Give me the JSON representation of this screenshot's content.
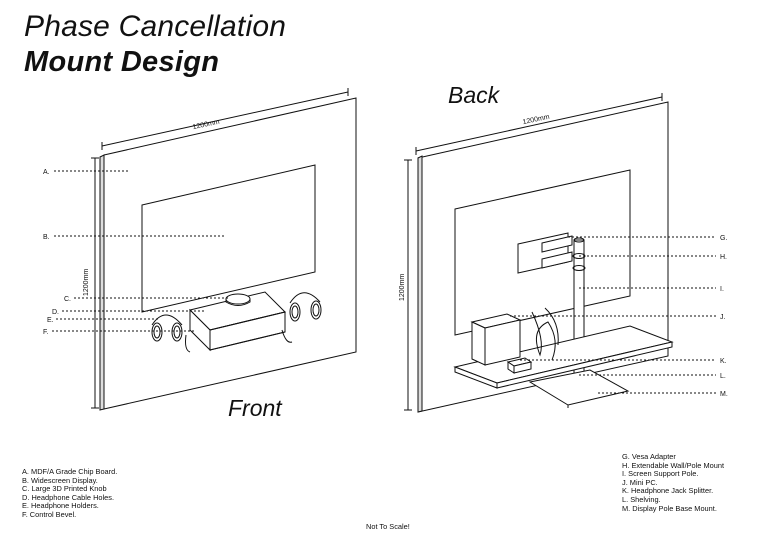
{
  "title": {
    "line1": "Phase Cancellation",
    "line2": "Mount Design"
  },
  "views": {
    "front": {
      "label": "Front",
      "width_dim": "1200mm",
      "height_dim": "1200mm",
      "markers": [
        "A.",
        "B.",
        "C.",
        "D.",
        "E.",
        "F."
      ]
    },
    "back": {
      "label": "Back",
      "width_dim": "1200mm",
      "height_dim": "1200mm",
      "markers": [
        "G.",
        "H.",
        "I.",
        "J.",
        "K.",
        "L.",
        "M."
      ]
    }
  },
  "legend_left": [
    "A. MDF/A Grade Chip Board.",
    "B. Widescreen Display.",
    "C. Large 3D Printed Knob",
    "D. Headphone Cable Holes.",
    "E. Headphone Holders.",
    "F. Control Bevel."
  ],
  "legend_right": [
    "G. Vesa Adapter",
    "H. Extendable Wall/Pole Mount",
    "I. Screen Support Pole.",
    "J. Mini PC.",
    "K. Headphone Jack Splitter.",
    "L. Shelving.",
    "M. Display Pole Base Mount."
  ],
  "footer_note": "Not To Scale!"
}
